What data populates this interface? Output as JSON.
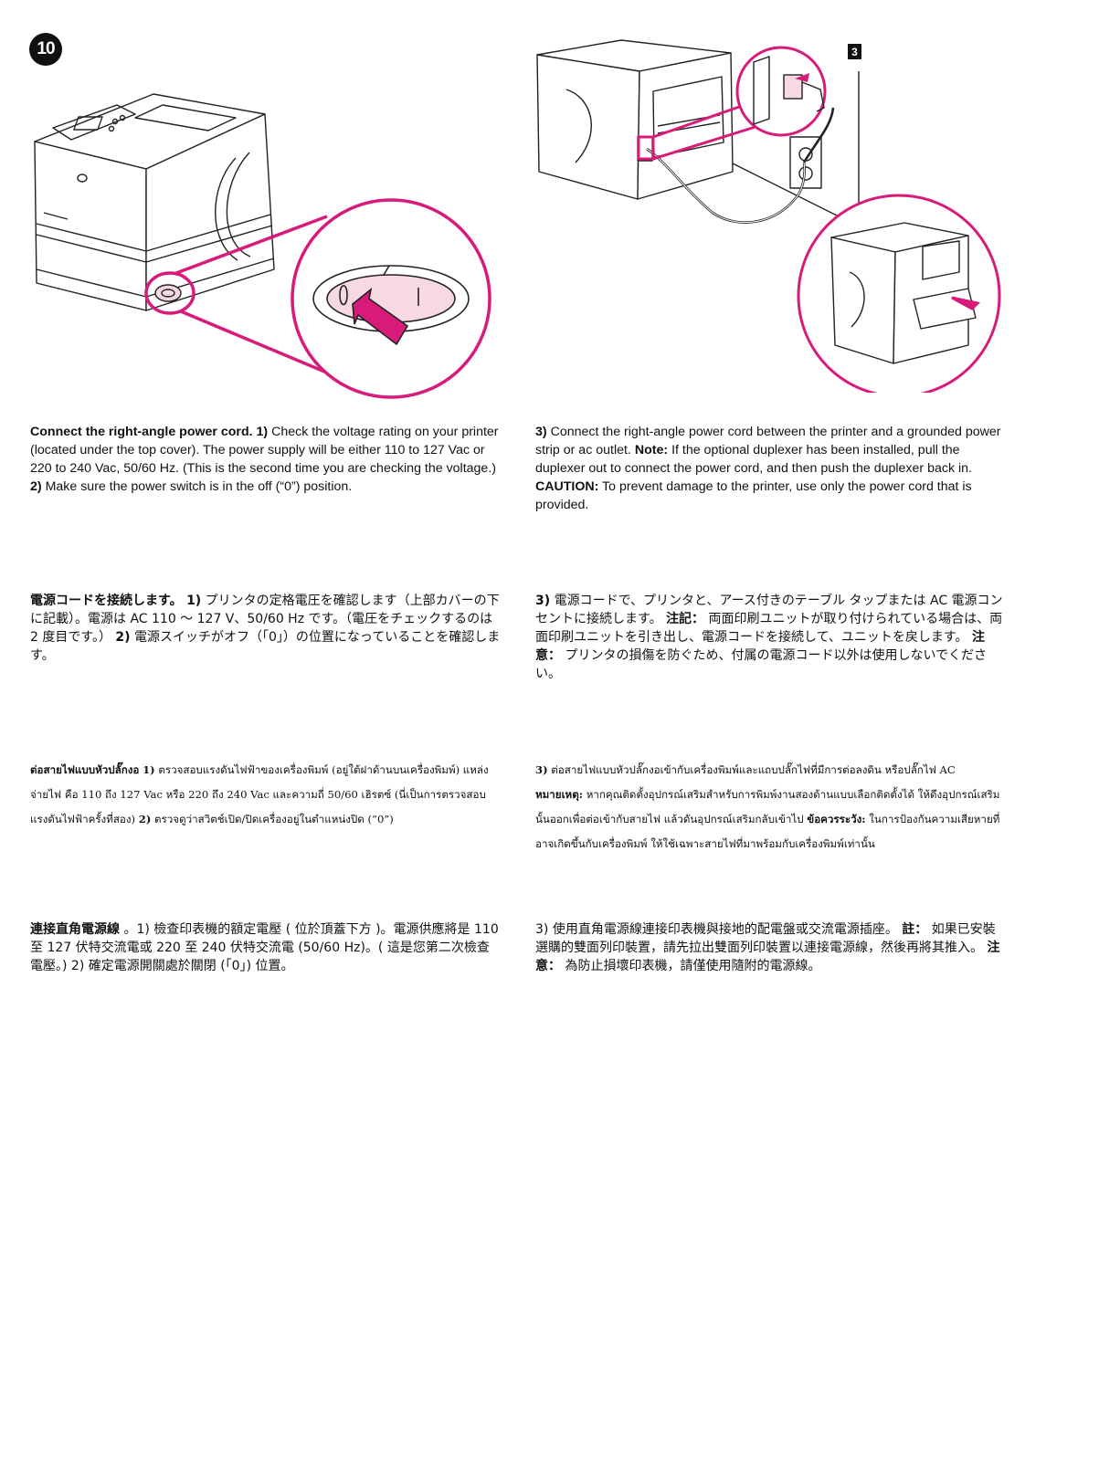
{
  "step_number": "10",
  "sub_step_badge": "3",
  "colors": {
    "accent_magenta": "#d81b7b",
    "highlight_pink": "#f7d9e4",
    "line": "#222222"
  },
  "english": {
    "left": {
      "title": "Connect the right-angle power cord.",
      "n1": "1)",
      "t1": "Check the voltage rating on your printer (located under the top cover). The power supply will be either 110 to 127 Vac or 220 to 240 Vac, 50/60 Hz. (This is the second time you are checking the voltage.)",
      "n2": "2)",
      "t2": "Make sure the power switch is in the off (“0”) position."
    },
    "right": {
      "n3": "3)",
      "t3": "Connect the right-angle power cord between the printer and a grounded power strip or ac outlet.",
      "note_label": "Note:",
      "note_text": "If the optional duplexer has been installed, pull the duplexer out to connect the power cord, and then push the duplexer back in.",
      "caution_label": "CAUTION:",
      "caution_text": "To prevent damage to the printer, use only the power cord that is provided."
    }
  },
  "japanese": {
    "left": {
      "title": "電源コードを接続します。",
      "n1": "1)",
      "t1": "プリンタの定格電圧を確認します（上部カバーの下に記載）。電源は AC 110 ～ 127 V、50/60 Hz です。（電圧をチェックするのは 2 度目です。）",
      "n2": "2)",
      "t2": "電源スイッチがオフ（「0」）の位置になっていることを確認します。"
    },
    "right": {
      "n3": "3)",
      "t3": "電源コードで、プリンタと、アース付きのテーブル タップまたは AC 電源コンセントに接続します。",
      "note_label": "注記：",
      "note_text": "両面印刷ユニットが取り付けられている場合は、両面印刷ユニットを引き出し、電源コードを接続して、ユニットを戻します。",
      "caution_label": "注意：",
      "caution_text": "プリンタの損傷を防ぐため、付属の電源コード以外は使用しないでください。"
    }
  },
  "thai": {
    "left": {
      "title": "ต่อสายไฟแบบหัวปลั๊กงอ",
      "n1": "1)",
      "t1": "ตรวจสอบแรงดันไฟฟ้าของเครื่องพิมพ์ (อยู่ใต้ฝาด้านบนเครื่องพิมพ์) แหล่งจ่ายไฟ คือ 110 ถึง 127 Vac หรือ 220 ถึง 240 Vac และความถี่ 50/60 เฮิรตซ์ (นี่เป็นการตรวจสอบแรงดันไฟฟ้าครั้งที่สอง)",
      "n2": "2)",
      "t2": "ตรวจดูว่าสวิตช์เปิด/ปิดเครื่องอยู่ในตำแหน่งปิด (“0”)"
    },
    "right": {
      "n3": "3)",
      "t3": "ต่อสายไฟแบบหัวปลั๊กงอเข้ากับเครื่องพิมพ์และแถบปลั๊กไฟที่มีการต่อลงดิน หรือปลั๊กไฟ AC",
      "note_label": "หมายเหตุ:",
      "note_text": "หากคุณติดตั้งอุปกรณ์เสริมสำหรับการพิมพ์งานสองด้านแบบเลือกติดตั้งได้ ให้ดึงอุปกรณ์เสริมนั้นออกเพื่อต่อเข้ากับสายไฟ แล้วดันอุปกรณ์เสริมกลับเข้าไป",
      "caution_label": "ข้อควรระวัง:",
      "caution_text": "ในการป้องกันความเสียหายที่อาจเกิดขึ้นกับเครื่องพิมพ์ ให้ใช้เฉพาะสายไฟที่มาพร้อมกับเครื่องพิมพ์เท่านั้น"
    }
  },
  "chinese": {
    "left": {
      "title": "連接直角電源線",
      "n1": "。1)",
      "t1": "檢查印表機的額定電壓 ( 位於頂蓋下方 )。電源供應將是 110 至 127 伏特交流電或 220 至 240 伏特交流電 (50/60 Hz)。( 這是您第二次檢查電壓。)",
      "n2": "2)",
      "t2": "確定電源開關處於關閉 (「0」) 位置。"
    },
    "right": {
      "n3": "3)",
      "t3": "使用直角電源線連接印表機與接地的配電盤或交流電源插座。",
      "note_label": "註：",
      "note_text": "如果已安裝選購的雙面列印裝置，請先拉出雙面列印裝置以連接電源線，然後再將其推入。",
      "caution_label": "注意：",
      "caution_text": "為防止損壞印表機，請僅使用隨附的電源線。"
    }
  }
}
